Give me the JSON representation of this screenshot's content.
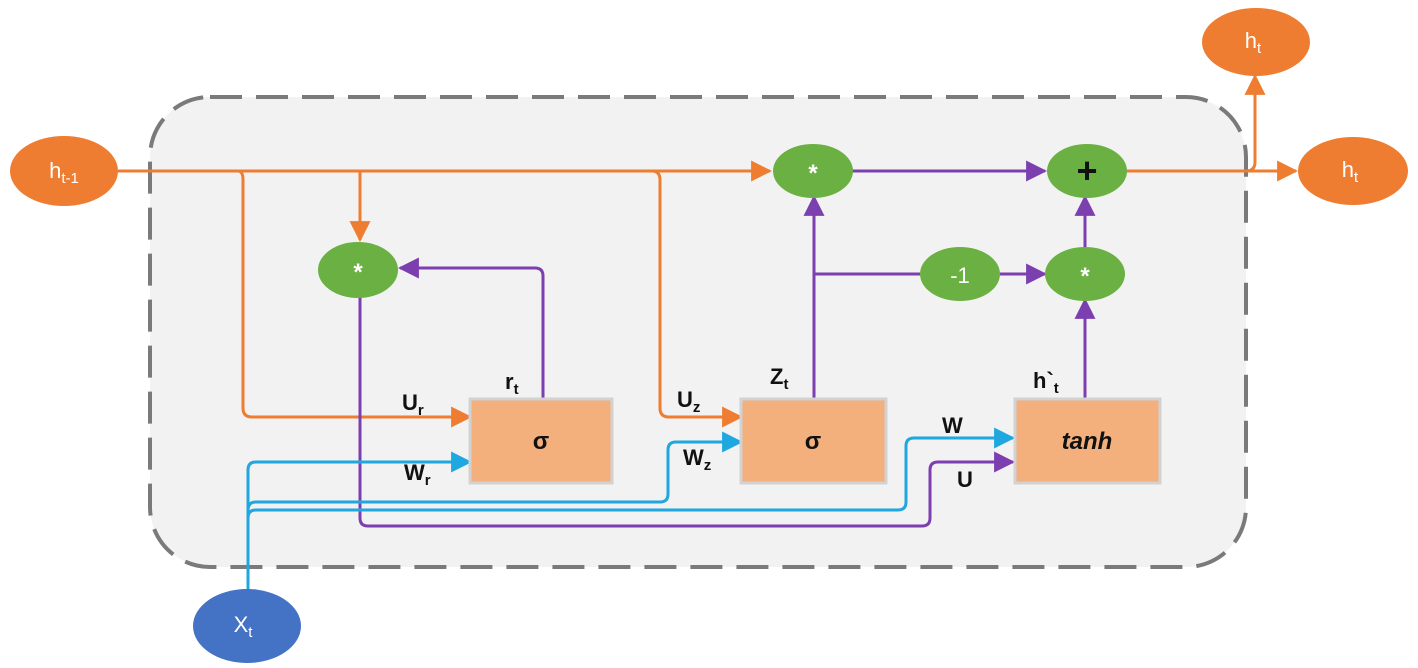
{
  "colors": {
    "orange": "#EE7D31",
    "purple": "#7C3FB0",
    "blue": "#1FA7E0",
    "green": "#6AB042",
    "gate_box": "#F3AF7C",
    "gate_box_border": "#D2D2D2",
    "container_fill": "#F2F2F2",
    "container_border": "#7A7A7A",
    "input_node": "#4472C4"
  },
  "nodes": {
    "h_prev": {
      "base": "h",
      "sub": "t-1"
    },
    "h_out_top": {
      "base": "h",
      "sub": "t"
    },
    "h_out_right": {
      "base": "h",
      "sub": "t"
    },
    "x_input": {
      "base": "X",
      "sub": "t"
    }
  },
  "operators": {
    "reset_multiply": "*",
    "update_multiply": "*",
    "plus": "+",
    "minus_one": "-1",
    "candidate_multiply": "*"
  },
  "gates": {
    "reset": "σ",
    "update": "σ",
    "candidate": "tanh"
  },
  "labels": {
    "r": {
      "base": "r",
      "sub": "t"
    },
    "z": {
      "base": "Z",
      "sub": "t"
    },
    "h_candidate": {
      "base": "h`",
      "sub": "t"
    },
    "Ur": {
      "base": "U",
      "sub": "r"
    },
    "Wr": {
      "base": "W",
      "sub": "r"
    },
    "Uz": {
      "base": "U",
      "sub": "z"
    },
    "Wz": {
      "base": "W",
      "sub": "z"
    },
    "W": "W",
    "U": "U"
  }
}
